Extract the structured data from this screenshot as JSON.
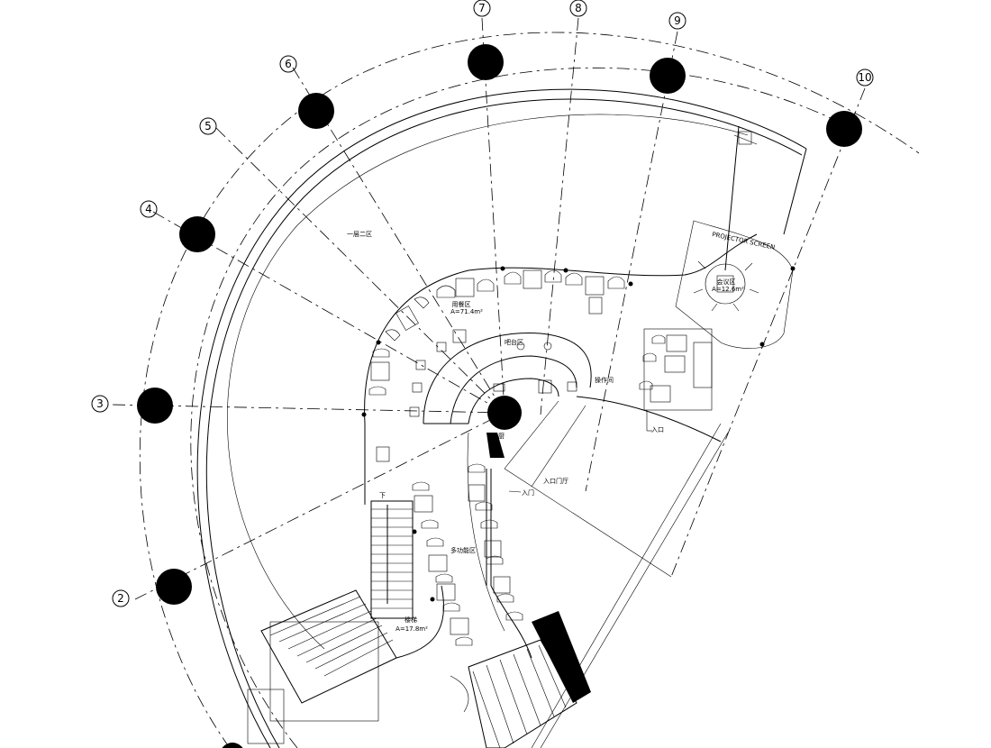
{
  "axes": [
    {
      "id": "2",
      "label": "2"
    },
    {
      "id": "3",
      "label": "3"
    },
    {
      "id": "4",
      "label": "4"
    },
    {
      "id": "5",
      "label": "5"
    },
    {
      "id": "6",
      "label": "6"
    },
    {
      "id": "7",
      "label": "7"
    },
    {
      "id": "8",
      "label": "8"
    },
    {
      "id": "9",
      "label": "9"
    },
    {
      "id": "10",
      "label": "10"
    }
  ],
  "rooms": {
    "main_area": "一层二区",
    "dining": {
      "name": "用餐区",
      "area": "A=71.4m²"
    },
    "meeting": {
      "name": "会议区",
      "area": "A=12.6m²"
    },
    "bar": "吧台区",
    "tool_room": "操作间",
    "kitchen": "后厨",
    "entry_hall": "入口门厅",
    "multi_area": "多功能区",
    "stairs": {
      "name": "楼梯",
      "area": "A=17.8m²"
    }
  },
  "labels": {
    "projector_screen": "PROJECTOR SCREEN",
    "door_1": "入口",
    "door_2": "入门",
    "stair_down": "下"
  }
}
